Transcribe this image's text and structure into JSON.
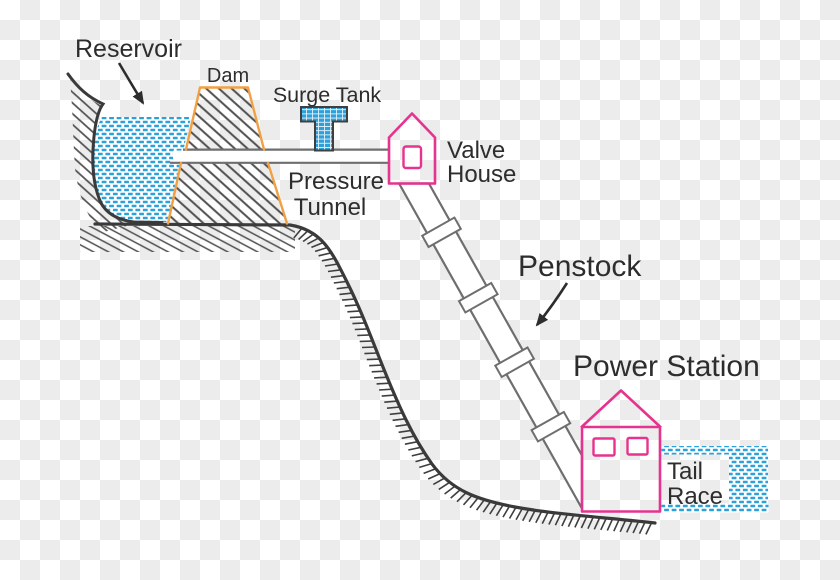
{
  "figure": {
    "type": "hydroelectric-power-plant-diagram",
    "labels": {
      "reservoir": "Reservoir",
      "dam": "Dam",
      "surge_tank": "Surge Tank",
      "pressure_tunnel": {
        "line1": "Pressure",
        "line2": "Tunnel"
      },
      "valve_house": {
        "line1": "Valve",
        "line2": "House"
      },
      "penstock": "Penstock",
      "power_station": "Power Station",
      "tail_race": {
        "line1": "Tail",
        "line2": "Race"
      }
    },
    "colors": {
      "water": "#2D9FD9",
      "dam_outline": "#F0A145",
      "building_outline": "#E5338F",
      "pipe": "#6E6E6E",
      "ground": "#3A3A3A",
      "text": "#2D2D2D",
      "checker": "#ECECEC"
    }
  }
}
